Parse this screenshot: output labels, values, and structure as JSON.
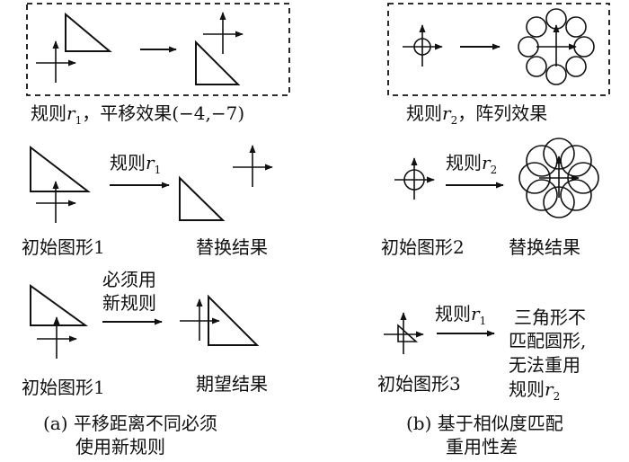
{
  "panel_a": {
    "example": {
      "rule_label": "规则",
      "rule_var": "r",
      "rule_sub": "1",
      "effect": "，平移效果(−4,−7)"
    },
    "row1": {
      "arrow_rule": "规则",
      "arrow_var": "r",
      "arrow_sub": "1",
      "left_caption": "初始图形1",
      "right_caption": "替换结果"
    },
    "row2": {
      "arrow_line1": "必须用",
      "arrow_line2": "新规则",
      "left_caption": "初始图形1",
      "right_caption": "期望结果"
    },
    "caption_line1": "(a) 平移距离不同必须",
    "caption_line2": "使用新规则"
  },
  "panel_b": {
    "example": {
      "rule_label": "规则",
      "rule_var": "r",
      "rule_sub": "2",
      "effect": "，阵列效果"
    },
    "row1": {
      "arrow_rule": "规则",
      "arrow_var": "r",
      "arrow_sub": "2",
      "left_caption": "初始图形2",
      "right_caption": "替换结果"
    },
    "row2": {
      "arrow_rule": "规则",
      "arrow_var": "r",
      "arrow_sub": "1",
      "left_caption": "初始图形3",
      "note_line1": "三角形不",
      "note_line2": "匹配圆形,",
      "note_line3": "无法重用",
      "note_line4": "规则",
      "note_var": "r",
      "note_sub": "2"
    },
    "caption_line1": "(b) 基于相似度匹配",
    "caption_line2": "重用性差"
  }
}
